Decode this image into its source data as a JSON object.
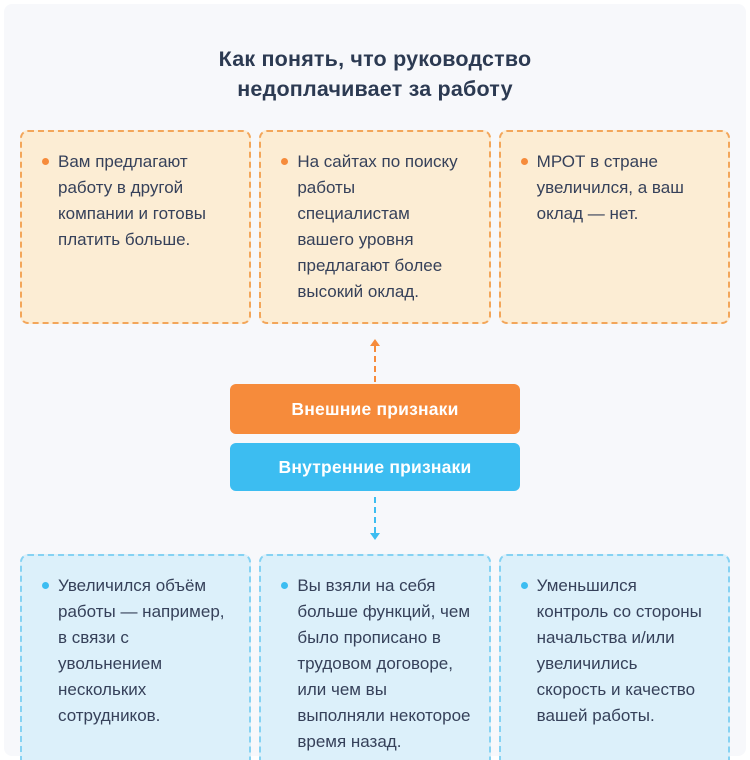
{
  "title": "Как понять, что руководство недоплачивает за работу",
  "colors": {
    "page_bg": "#f7f8fb",
    "page_frame": "#ffffff",
    "title_color": "#2c3a52",
    "body_color": "#36415a",
    "external_accent": "#f68b3b",
    "external_card_bg": "#fcedd4",
    "external_card_border": "#f3a65a",
    "internal_accent": "#3cbdf1",
    "internal_card_bg": "#dcf0fa",
    "internal_card_border": "#85d2f3",
    "pill_text": "#ffffff"
  },
  "external": {
    "button_label": "Внешние признаки",
    "items": [
      "Вам предлагают работу в другой компании и готовы платить больше.",
      "На сайтах по поиску работы специалистам вашего уровня предлагают более высокий оклад.",
      "МРОТ в стране увеличился, а ваш оклад — нет."
    ]
  },
  "internal": {
    "button_label": "Внутренние признаки",
    "items": [
      "Увеличился объём работы — например, в связи с увольнением нескольких сотрудников.",
      "Вы взяли на себя больше функций, чем было прописано в трудовом договоре, или чем вы выполняли некоторое время назад.",
      "Уменьшился контроль со стороны начальства и/или увеличились скорость и качество вашей работы."
    ]
  }
}
